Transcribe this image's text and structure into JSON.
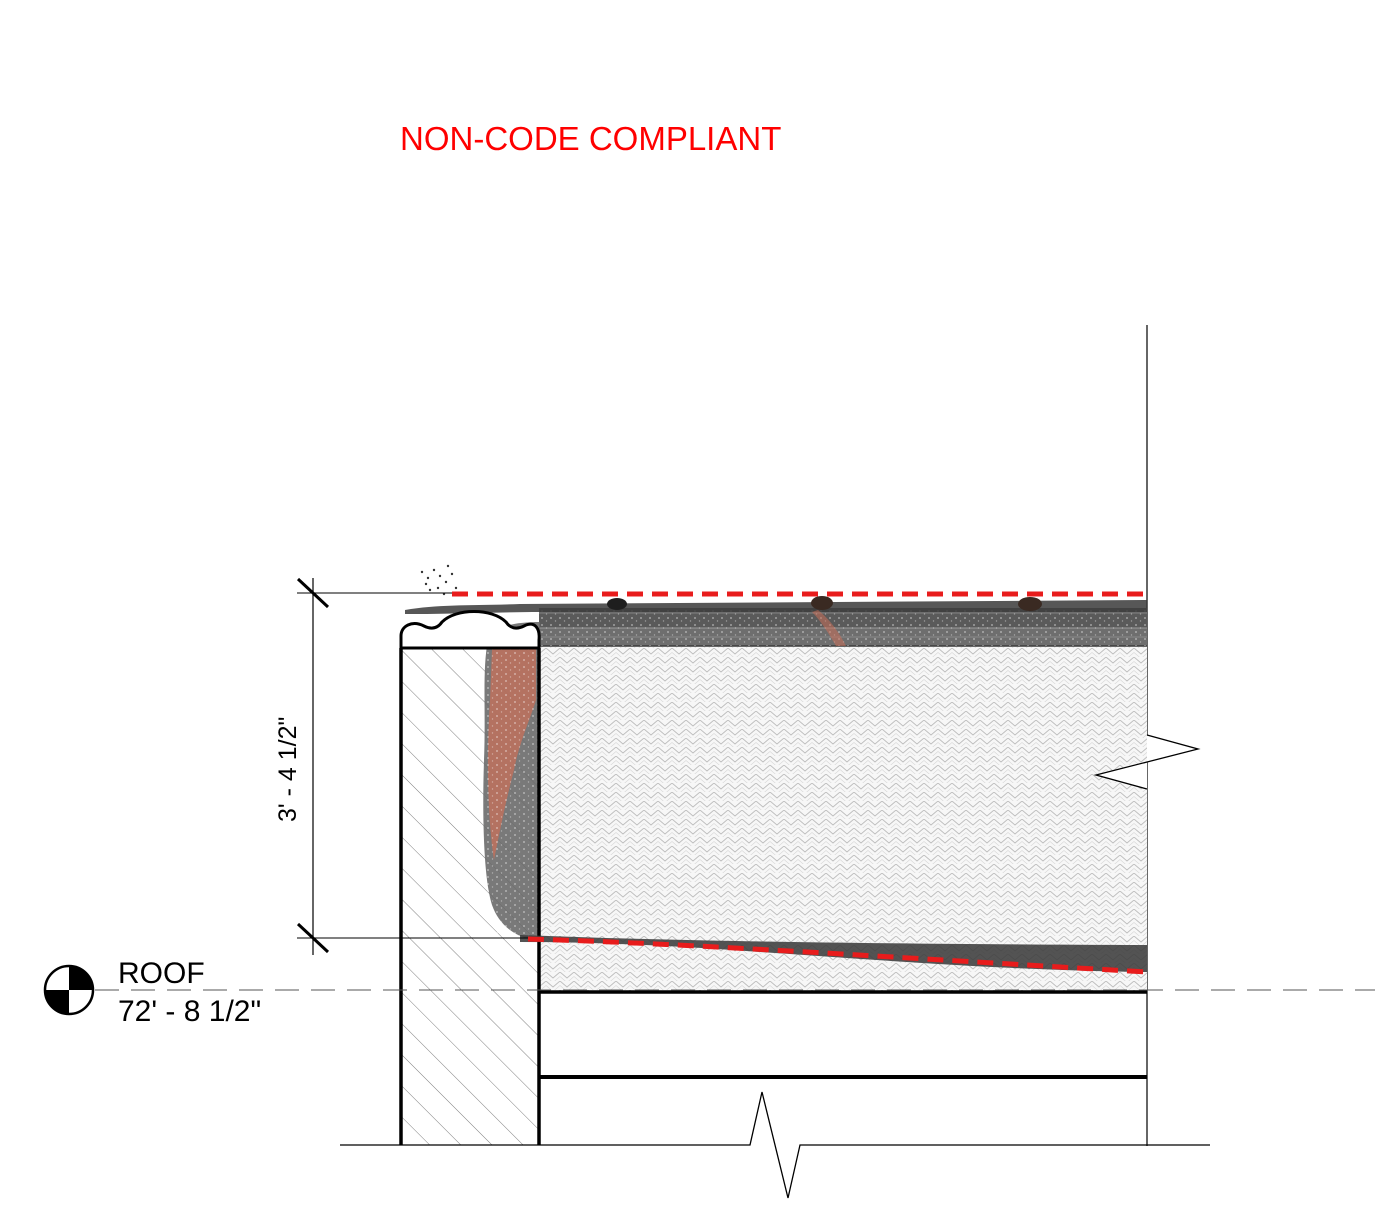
{
  "heading": "NON-CODE COMPLIANT",
  "dimension_label": "3' - 4 1/2\"",
  "level_marker": {
    "name": "ROOF",
    "elevation": "72' - 8 1/2\""
  },
  "colors": {
    "heading": "#ff0000",
    "dashed_line": "#e81c1c",
    "scan_dark": "#4a4a4a",
    "scan_rust": "#c8705a",
    "insulation_pattern": "#bdbdbd",
    "line": "#000000"
  }
}
